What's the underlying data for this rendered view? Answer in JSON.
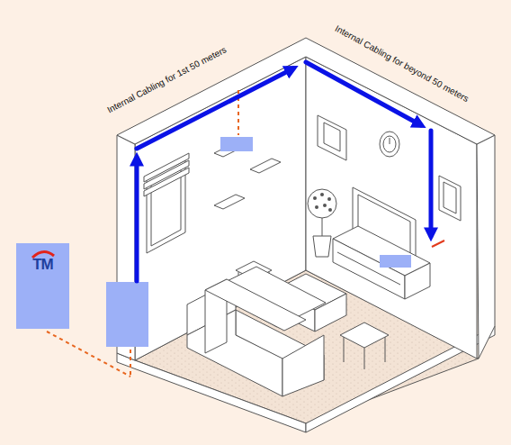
{
  "diagram": {
    "nodes": [
      {
        "text": [
          "TM"
        ]
      }
    ],
    "labels": [
      "Internal Cabling for 1st 50 meters",
      "Internal Cabling for beyond 50 meters"
    ]
  }
}
